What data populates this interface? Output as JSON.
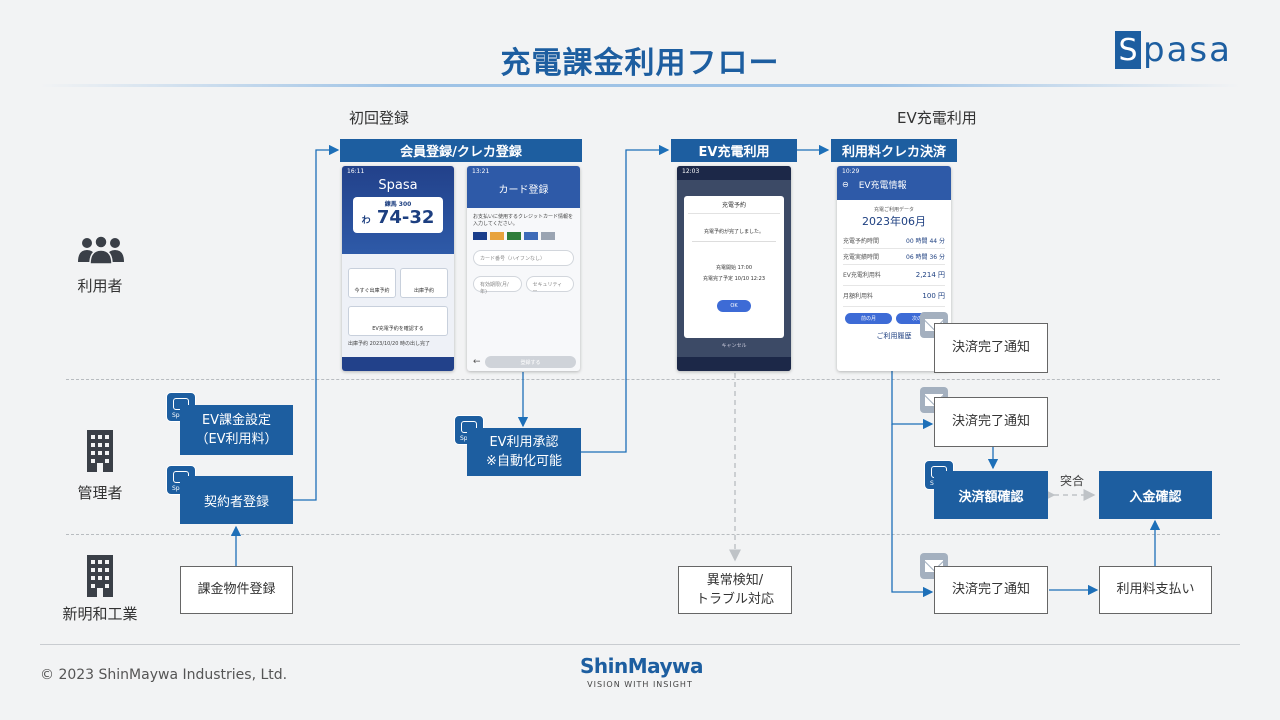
{
  "header": {
    "title": "充電課金利用フロー",
    "logo_letter": "S",
    "logo_rest": "pasa"
  },
  "sections": {
    "initial_registration": "初回登録",
    "ev_charging": "EV充電利用"
  },
  "actors": {
    "user": "利用者",
    "manager": "管理者",
    "company": "新明和工業"
  },
  "boxes": {
    "member_registration": "会員登録/クレカ登録",
    "ev_charging_use": "EV充電利用",
    "fee_card_payment": "利用料クレカ決済",
    "ev_fee_setting_line1": "EV課金設定",
    "ev_fee_setting_line2": "（EV利用料）",
    "contractor_registration": "契約者登録",
    "ev_approval_line1": "EV利用承認",
    "ev_approval_line2": "※自動化可能",
    "payment_complete_1": "決済完了通知",
    "payment_complete_2": "決済完了通知",
    "payment_amount_check": "決済額確認",
    "reconcile": "突合",
    "deposit_check": "入金確認",
    "billing_property_registration": "課金物件登録",
    "anomaly_line1": "異常検知/",
    "anomaly_line2": "トラブル対応",
    "payment_complete_3": "決済完了通知",
    "fee_payment": "利用料支払い"
  },
  "app_icon_label": "Spasa",
  "phones": {
    "p1": {
      "time": "16:11",
      "brand": "Spasa",
      "plate_top": "練馬 300",
      "plate_kana": "わ",
      "plate_num": "74-32",
      "btn1": "今すぐ出庫予約",
      "btn2": "出庫予約",
      "btn3": "EV充電予約を確認する",
      "footer": "出庫予約  2023/10/20 時の出し完了"
    },
    "p2": {
      "time": "13:21",
      "title": "カード登録",
      "desc": "お支払いに使用するクレジットカード情報を入力してください。",
      "card_field": "カード番号（ハイフンなし）",
      "expiry_field": "有効期限(月/年)",
      "cvc_field": "セキュリティー",
      "submit": "登録する"
    },
    "p3": {
      "time": "12:03",
      "dialog_title": "充電予約",
      "dialog_body": "充電予約が完了しました。",
      "line1": "充電開始 17:00",
      "line2": "充電完了予定 10/10 12:23",
      "ok": "OK",
      "cancel": "キャンセル"
    },
    "p4": {
      "time": "10:29",
      "title": "EV充電情報",
      "sub": "充電ご利用データ",
      "month": "2023年06月",
      "row1_label": "充電予約時間",
      "row1_value": "00 時間 44 分",
      "row2_label": "充電実績時間",
      "row2_value": "06 時間 36 分",
      "row3_label": "EV充電利用料",
      "row3_value": "2,214 円",
      "row4_label": "月額利用料",
      "row4_value": "100 円",
      "btn_prev": "前の月",
      "btn_next": "次の月",
      "history": "ご利用履歴"
    }
  },
  "footer": {
    "copyright": "© 2023 ShinMaywa Industries, Ltd.",
    "brand": "ShinMaywa",
    "tagline": "VISION WITH INSIGHT"
  },
  "colors": {
    "primary": "#1d5ea0",
    "background": "#f2f3f4",
    "arrow": "#1d6fb8",
    "dashed_arrow": "#bfc3c7"
  }
}
